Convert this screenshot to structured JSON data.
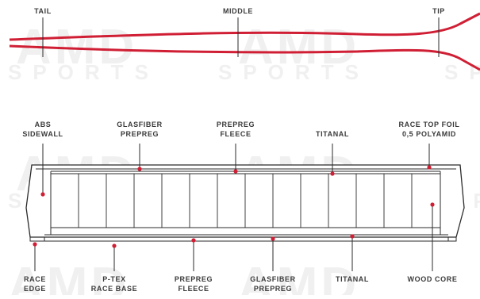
{
  "watermark": {
    "brand": "AMD",
    "sub": "SPORTS"
  },
  "profile": {
    "tail_label": "TAIL",
    "middle_label": "MIDDLE",
    "tip_label": "TIP"
  },
  "cross_section": {
    "top_labels": {
      "abs_sidewall": [
        "ABS",
        "SIDEWALL"
      ],
      "glasfiber_prepreg_top": [
        "GLASFIBER",
        "PREPREG"
      ],
      "prepreg_fleece_top": [
        "PREPREG",
        "FLEECE"
      ],
      "titanal_top": [
        "TITANAL"
      ],
      "race_top_foil": [
        "RACE TOP FOIL",
        "0,5 POLYAMID"
      ]
    },
    "bottom_labels": {
      "race_edge": [
        "RACE",
        "EDGE"
      ],
      "ptex_race_base": [
        "P-TEX",
        "RACE BASE"
      ],
      "prepreg_fleece_bottom": [
        "PREPREG",
        "FLEECE"
      ],
      "glasfiber_prepreg_bottom": [
        "GLASFIBER",
        "PREPREG"
      ],
      "titanal_bottom": [
        "TITANAL"
      ],
      "wood_core": [
        "WOOD CORE"
      ]
    }
  },
  "colors": {
    "accent": "#d01f35",
    "line": "#2b2b2b",
    "label": "#3a3a3a",
    "watermark": "#f0f0f0"
  }
}
